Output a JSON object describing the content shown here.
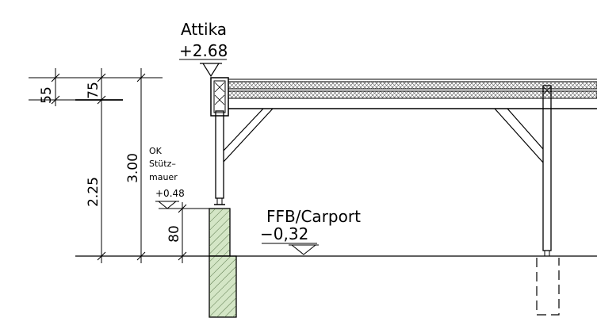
{
  "levels": {
    "attika_name": "Attika",
    "attika_value": "+2.68",
    "stuetzmauer_line1": "OK",
    "stuetzmauer_line2": "Stütz–",
    "stuetzmauer_line3": "mauer",
    "stuetzmauer_value": "+0.48",
    "ffb_name": "FFB/Carport",
    "ffb_value": "−0,32"
  },
  "dimensions": {
    "d55": "55",
    "d75": "75",
    "d225": "2.25",
    "d300": "3.00",
    "d80": "80"
  },
  "colors": {
    "wall_fill": "#d4e6c6",
    "roof_hatch": "#555555",
    "line": "#000000"
  }
}
